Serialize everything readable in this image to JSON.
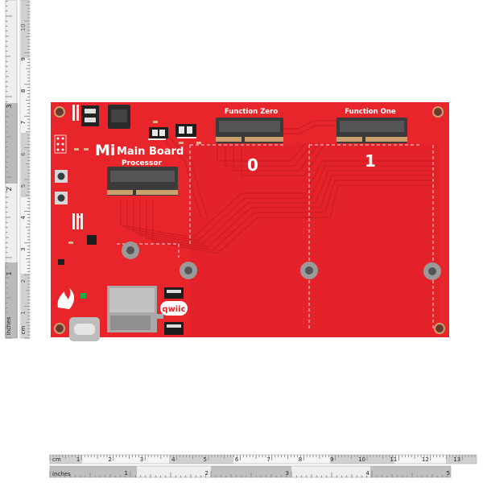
{
  "board": {
    "color": "#e8252b",
    "logo_mark": "Mi",
    "title": "Main Board",
    "processor_label": "Processor",
    "function_zero_label": "Function Zero",
    "function_one_label": "Function One",
    "slot_zero_number": "0",
    "slot_one_number": "1",
    "qwiic_label": "qwiic"
  },
  "rulers": {
    "bottom_cm_label": "cm",
    "bottom_inch_label": "inches",
    "bottom_cm_ticks": [
      "1",
      "2",
      "3",
      "4",
      "5",
      "6",
      "7",
      "8",
      "9",
      "10",
      "11",
      "12",
      "13"
    ],
    "bottom_inch_ticks": [
      "1",
      "2",
      "3",
      "4",
      "5"
    ],
    "left_cm_ticks": [
      "1",
      "2",
      "3",
      "4",
      "5",
      "6",
      "7",
      "8",
      "9",
      "10"
    ],
    "left_inch_ticks": [
      "1",
      "2",
      "3"
    ]
  }
}
